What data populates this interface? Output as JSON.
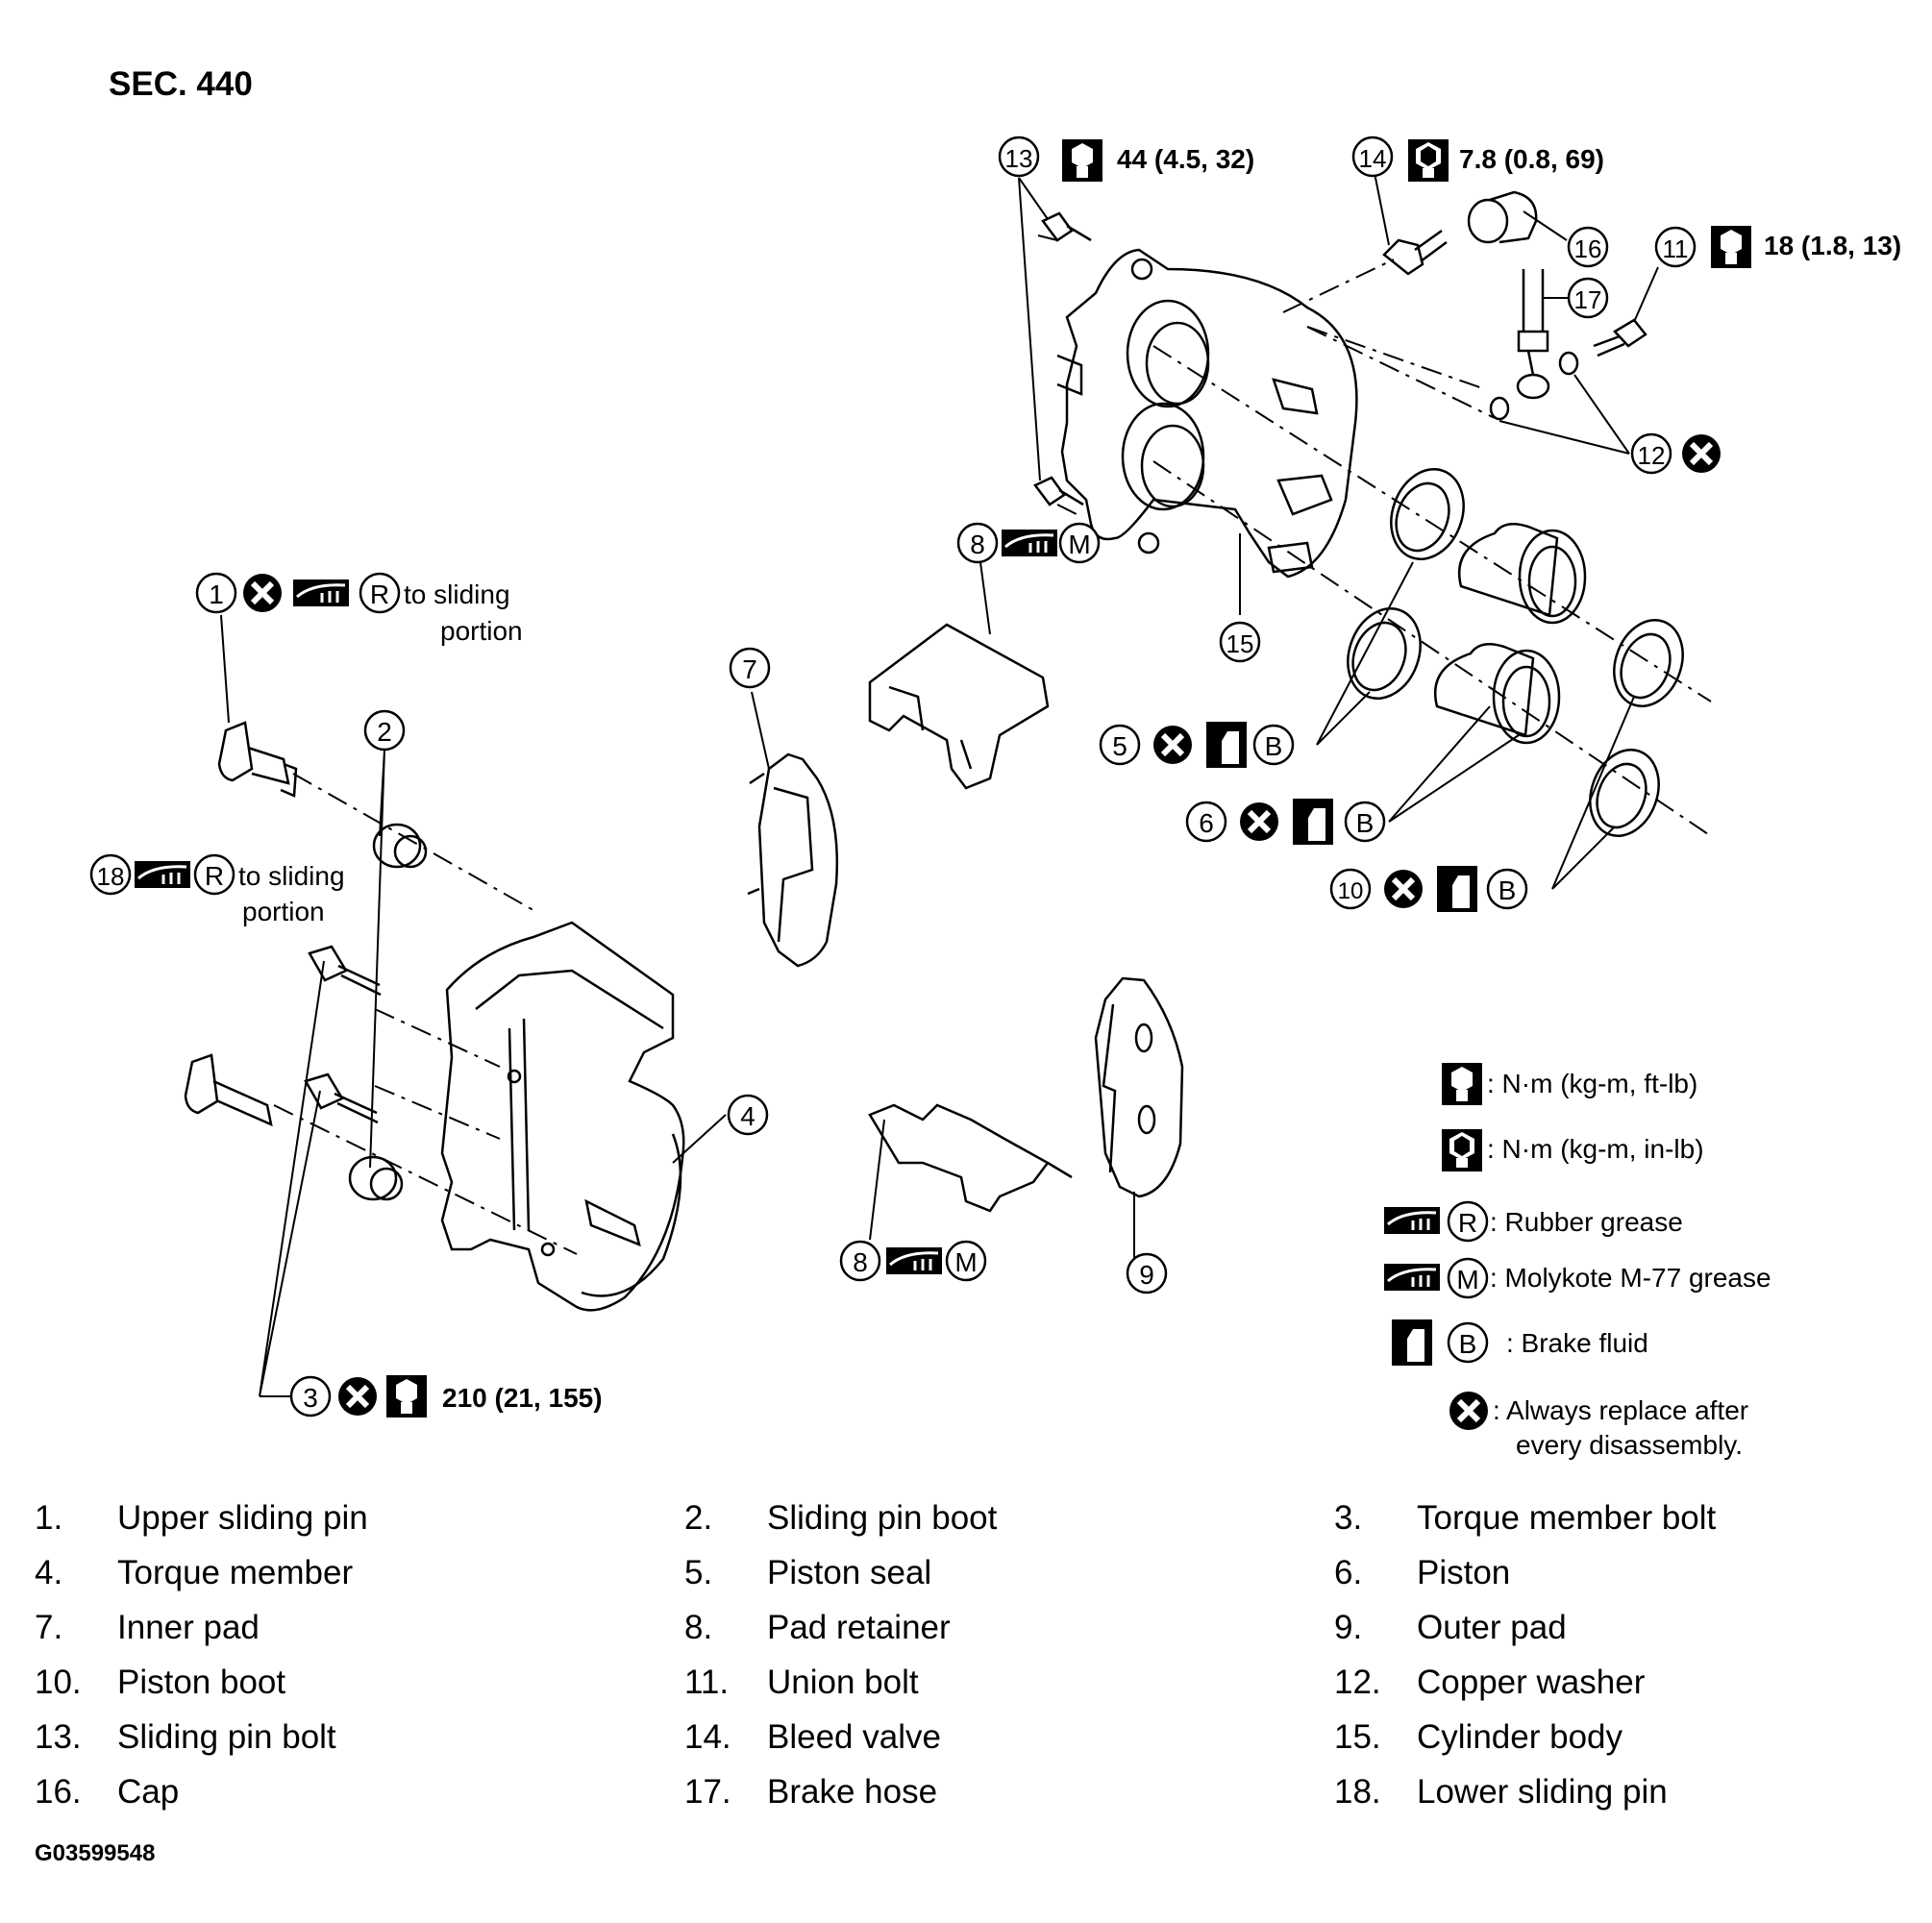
{
  "section_title": "SEC. 440",
  "figure_code": "G03599548",
  "callouts": [
    {
      "num": "1",
      "note": "to sliding",
      "note2": "portion"
    },
    {
      "num": "2"
    },
    {
      "num": "3",
      "torque": "210 (21, 155)"
    },
    {
      "num": "4"
    },
    {
      "num": "5"
    },
    {
      "num": "6"
    },
    {
      "num": "7"
    },
    {
      "num": "8"
    },
    {
      "num": "9"
    },
    {
      "num": "10"
    },
    {
      "num": "11",
      "torque": "18 (1.8, 13)"
    },
    {
      "num": "12"
    },
    {
      "num": "13",
      "torque": "44 (4.5, 32)"
    },
    {
      "num": "14",
      "torque": "7.8 (0.8, 69)"
    },
    {
      "num": "15"
    },
    {
      "num": "16"
    },
    {
      "num": "17"
    },
    {
      "num": "18",
      "note": "to sliding",
      "note2": "portion"
    }
  ],
  "letters": {
    "rubber": "R",
    "moly": "M",
    "brake": "B"
  },
  "legend": [
    {
      "icon": "torque-wrench-icon",
      "text": ": N·m (kg-m, ft-lb)"
    },
    {
      "icon": "torque-wrench-solid-icon",
      "text": ": N·m (kg-m, in-lb)"
    },
    {
      "icon": "grease-icon",
      "letter": "R",
      "text": ": Rubber grease"
    },
    {
      "icon": "grease-icon",
      "letter": "M",
      "text": ": Molykote M-77 grease"
    },
    {
      "icon": "brake-fluid-icon",
      "letter": "B",
      "text": ": Brake fluid"
    },
    {
      "icon": "replace-icon",
      "text": ": Always replace after",
      "text2": "every disassembly."
    }
  ],
  "parts": [
    {
      "num": "1.",
      "name": "Upper sliding pin"
    },
    {
      "num": "2.",
      "name": "Sliding pin boot"
    },
    {
      "num": "3.",
      "name": "Torque member bolt"
    },
    {
      "num": "4.",
      "name": "Torque member"
    },
    {
      "num": "5.",
      "name": "Piston seal"
    },
    {
      "num": "6.",
      "name": "Piston"
    },
    {
      "num": "7.",
      "name": "Inner pad"
    },
    {
      "num": "8.",
      "name": "Pad retainer"
    },
    {
      "num": "9.",
      "name": "Outer pad"
    },
    {
      "num": "10.",
      "name": "Piston boot"
    },
    {
      "num": "11.",
      "name": "Union bolt"
    },
    {
      "num": "12.",
      "name": "Copper washer"
    },
    {
      "num": "13.",
      "name": "Sliding pin bolt"
    },
    {
      "num": "14.",
      "name": "Bleed valve"
    },
    {
      "num": "15.",
      "name": "Cylinder body"
    },
    {
      "num": "16.",
      "name": "Cap"
    },
    {
      "num": "17.",
      "name": "Brake hose"
    },
    {
      "num": "18.",
      "name": "Lower sliding pin"
    }
  ]
}
